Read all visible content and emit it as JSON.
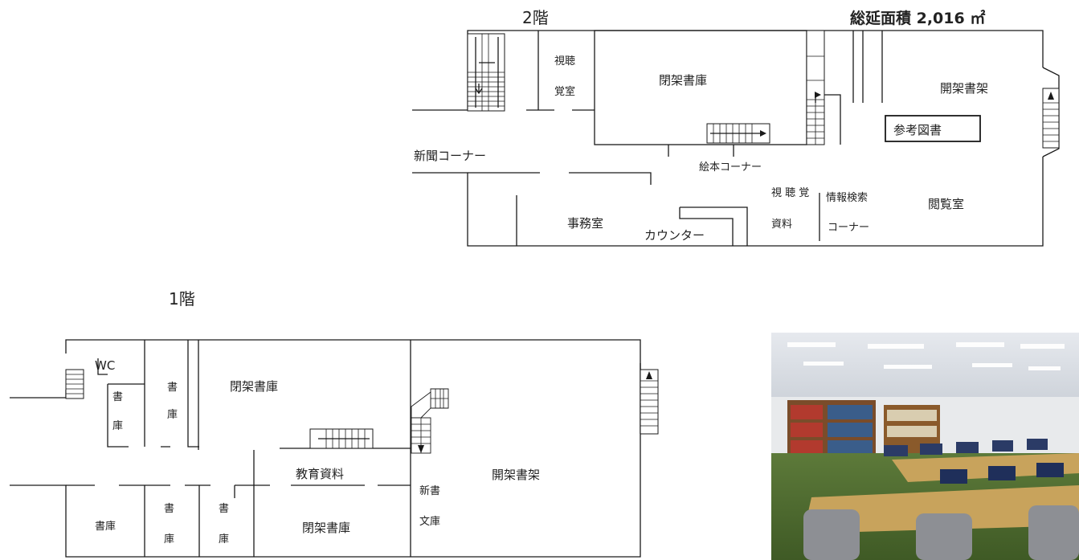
{
  "floor2": {
    "title": "2階",
    "area": "総延面積 2,016 ㎡",
    "rooms": {
      "shichokaku_a": "視聴",
      "shichokaku_b": "覚室",
      "closed_stacks": "閉架書庫",
      "open_shelves": "開架書架",
      "reference": "参考図書",
      "newspaper": "新聞コーナー",
      "picture_books": "絵本コーナー",
      "av_materials_a": "視 聴 覚",
      "av_materials_b": "資料",
      "info_search_a": "情報検索",
      "info_search_b": "コーナー",
      "reading_room": "閲覧室",
      "office": "事務室",
      "counter": "カウンター"
    }
  },
  "floor1": {
    "title": "1階",
    "rooms": {
      "wc": "WC",
      "storage_a1": "書",
      "storage_a2": "庫",
      "storage_b1": "書",
      "storage_b2": "庫",
      "closed_stacks": "閉架書庫",
      "education": "教育資料",
      "open_shelves": "開架書架",
      "shinsho_a": "新書",
      "shinsho_b": "文庫",
      "storage_bottom": "書庫",
      "storage_c1": "書",
      "storage_c2": "庫",
      "storage_d1": "書",
      "storage_d2": "庫",
      "closed_stacks_2": "閉架書庫"
    }
  },
  "photo": {
    "subject": "library-reading-room"
  },
  "colors": {
    "line": "#1a1a1a",
    "table": "#c8a35c",
    "shelf": "#8a5a2b"
  }
}
